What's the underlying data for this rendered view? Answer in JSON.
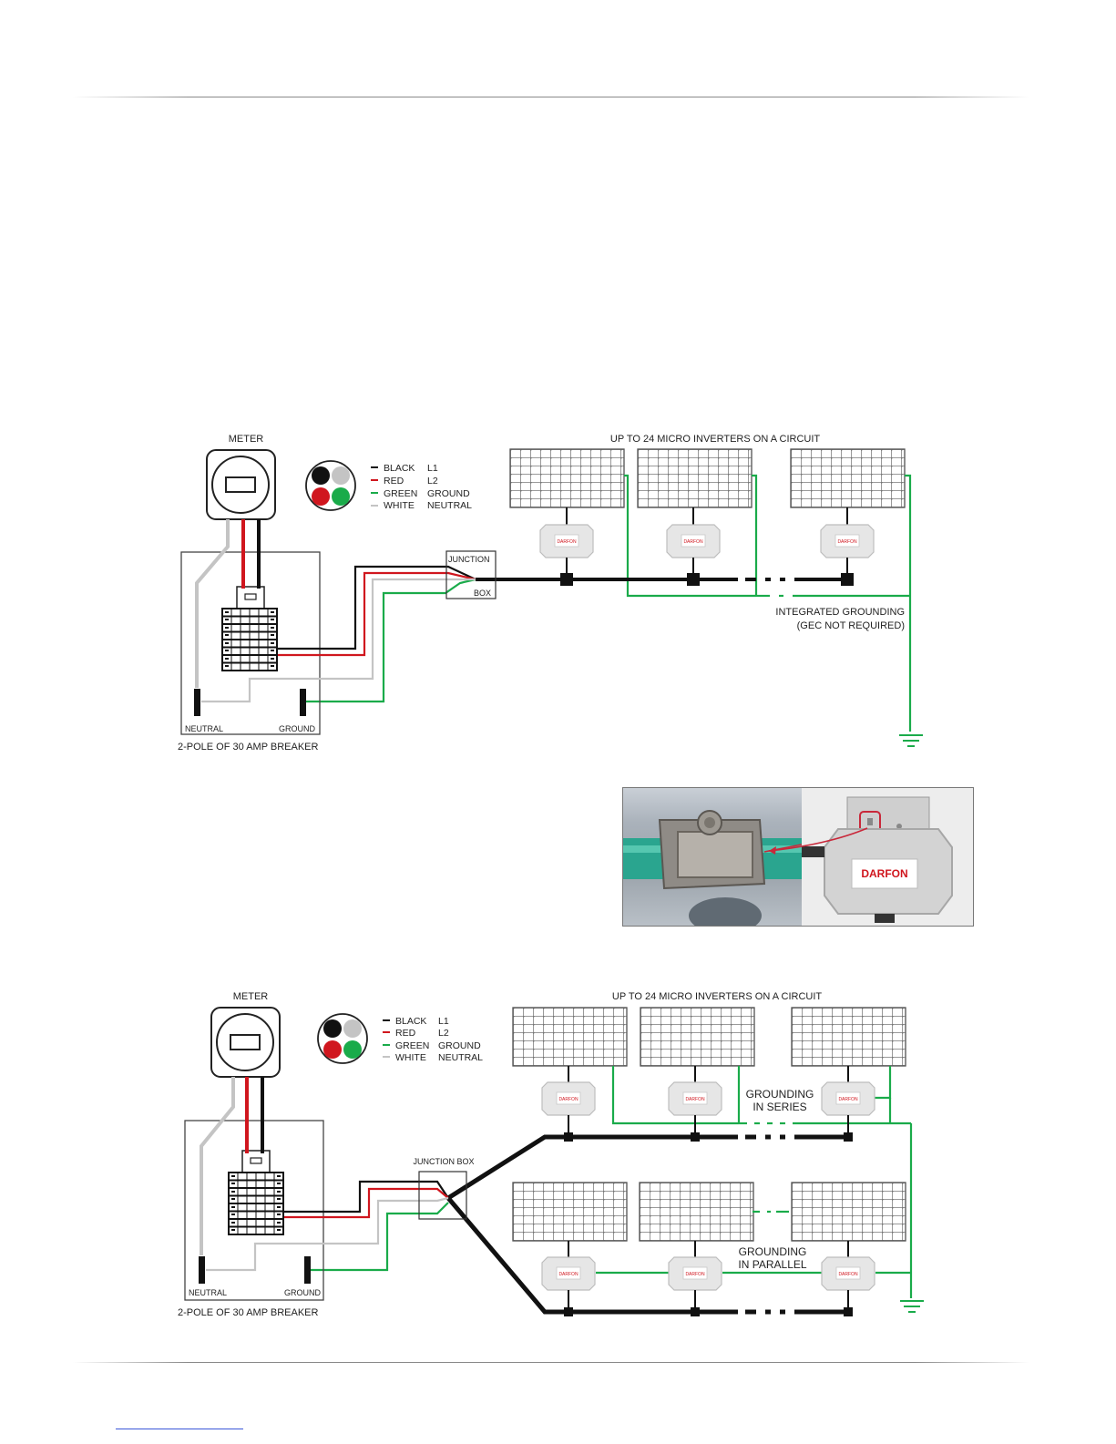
{
  "diagram1": {
    "meter_label": "METER",
    "title": "UP TO 24 MICRO INVERTERS ON A CIRCUIT",
    "legend": [
      {
        "name": "BLACK",
        "code": "L1",
        "color": "#111111"
      },
      {
        "name": "RED",
        "code": "L2",
        "color": "#d0161e"
      },
      {
        "name": "GREEN",
        "code": "GROUND",
        "color": "#1aab4a"
      },
      {
        "name": "WHITE",
        "code": "NEUTRAL",
        "color": "#c4c4c4"
      }
    ],
    "junction_top": "JUNCTION",
    "junction_bottom": "BOX",
    "inverter_brand": "DARFON",
    "grounding_line1": "INTEGRATED GROUNDING",
    "grounding_line2": "(GEC NOT REQUIRED)",
    "neutral_label": "NEUTRAL",
    "ground_label": "GROUND",
    "breaker_label": "2-POLE OF 30 AMP BREAKER"
  },
  "photo": {
    "brand": "DARFON"
  },
  "diagram2": {
    "meter_label": "METER",
    "title": "UP TO 24 MICRO INVERTERS ON A CIRCUIT",
    "legend": [
      {
        "name": "BLACK",
        "code": "L1"
      },
      {
        "name": "RED",
        "code": "L2"
      },
      {
        "name": "GREEN",
        "code": "GROUND"
      },
      {
        "name": "WHITE",
        "code": "NEUTRAL"
      }
    ],
    "junction_label": "JUNCTION BOX",
    "inverter_brand": "DARFON",
    "series_line1": "GROUNDING",
    "series_line2": "IN SERIES",
    "parallel_line1": "GROUNDING",
    "parallel_line2": "IN PARALLEL",
    "neutral_label": "NEUTRAL",
    "ground_label": "GROUND",
    "breaker_label": "2-POLE OF 30 AMP BREAKER"
  },
  "colors": {
    "black": "#111111",
    "red": "#d0161e",
    "green": "#1aab4a",
    "white_wire": "#c4c4c4",
    "panel_grid": "#888888"
  }
}
